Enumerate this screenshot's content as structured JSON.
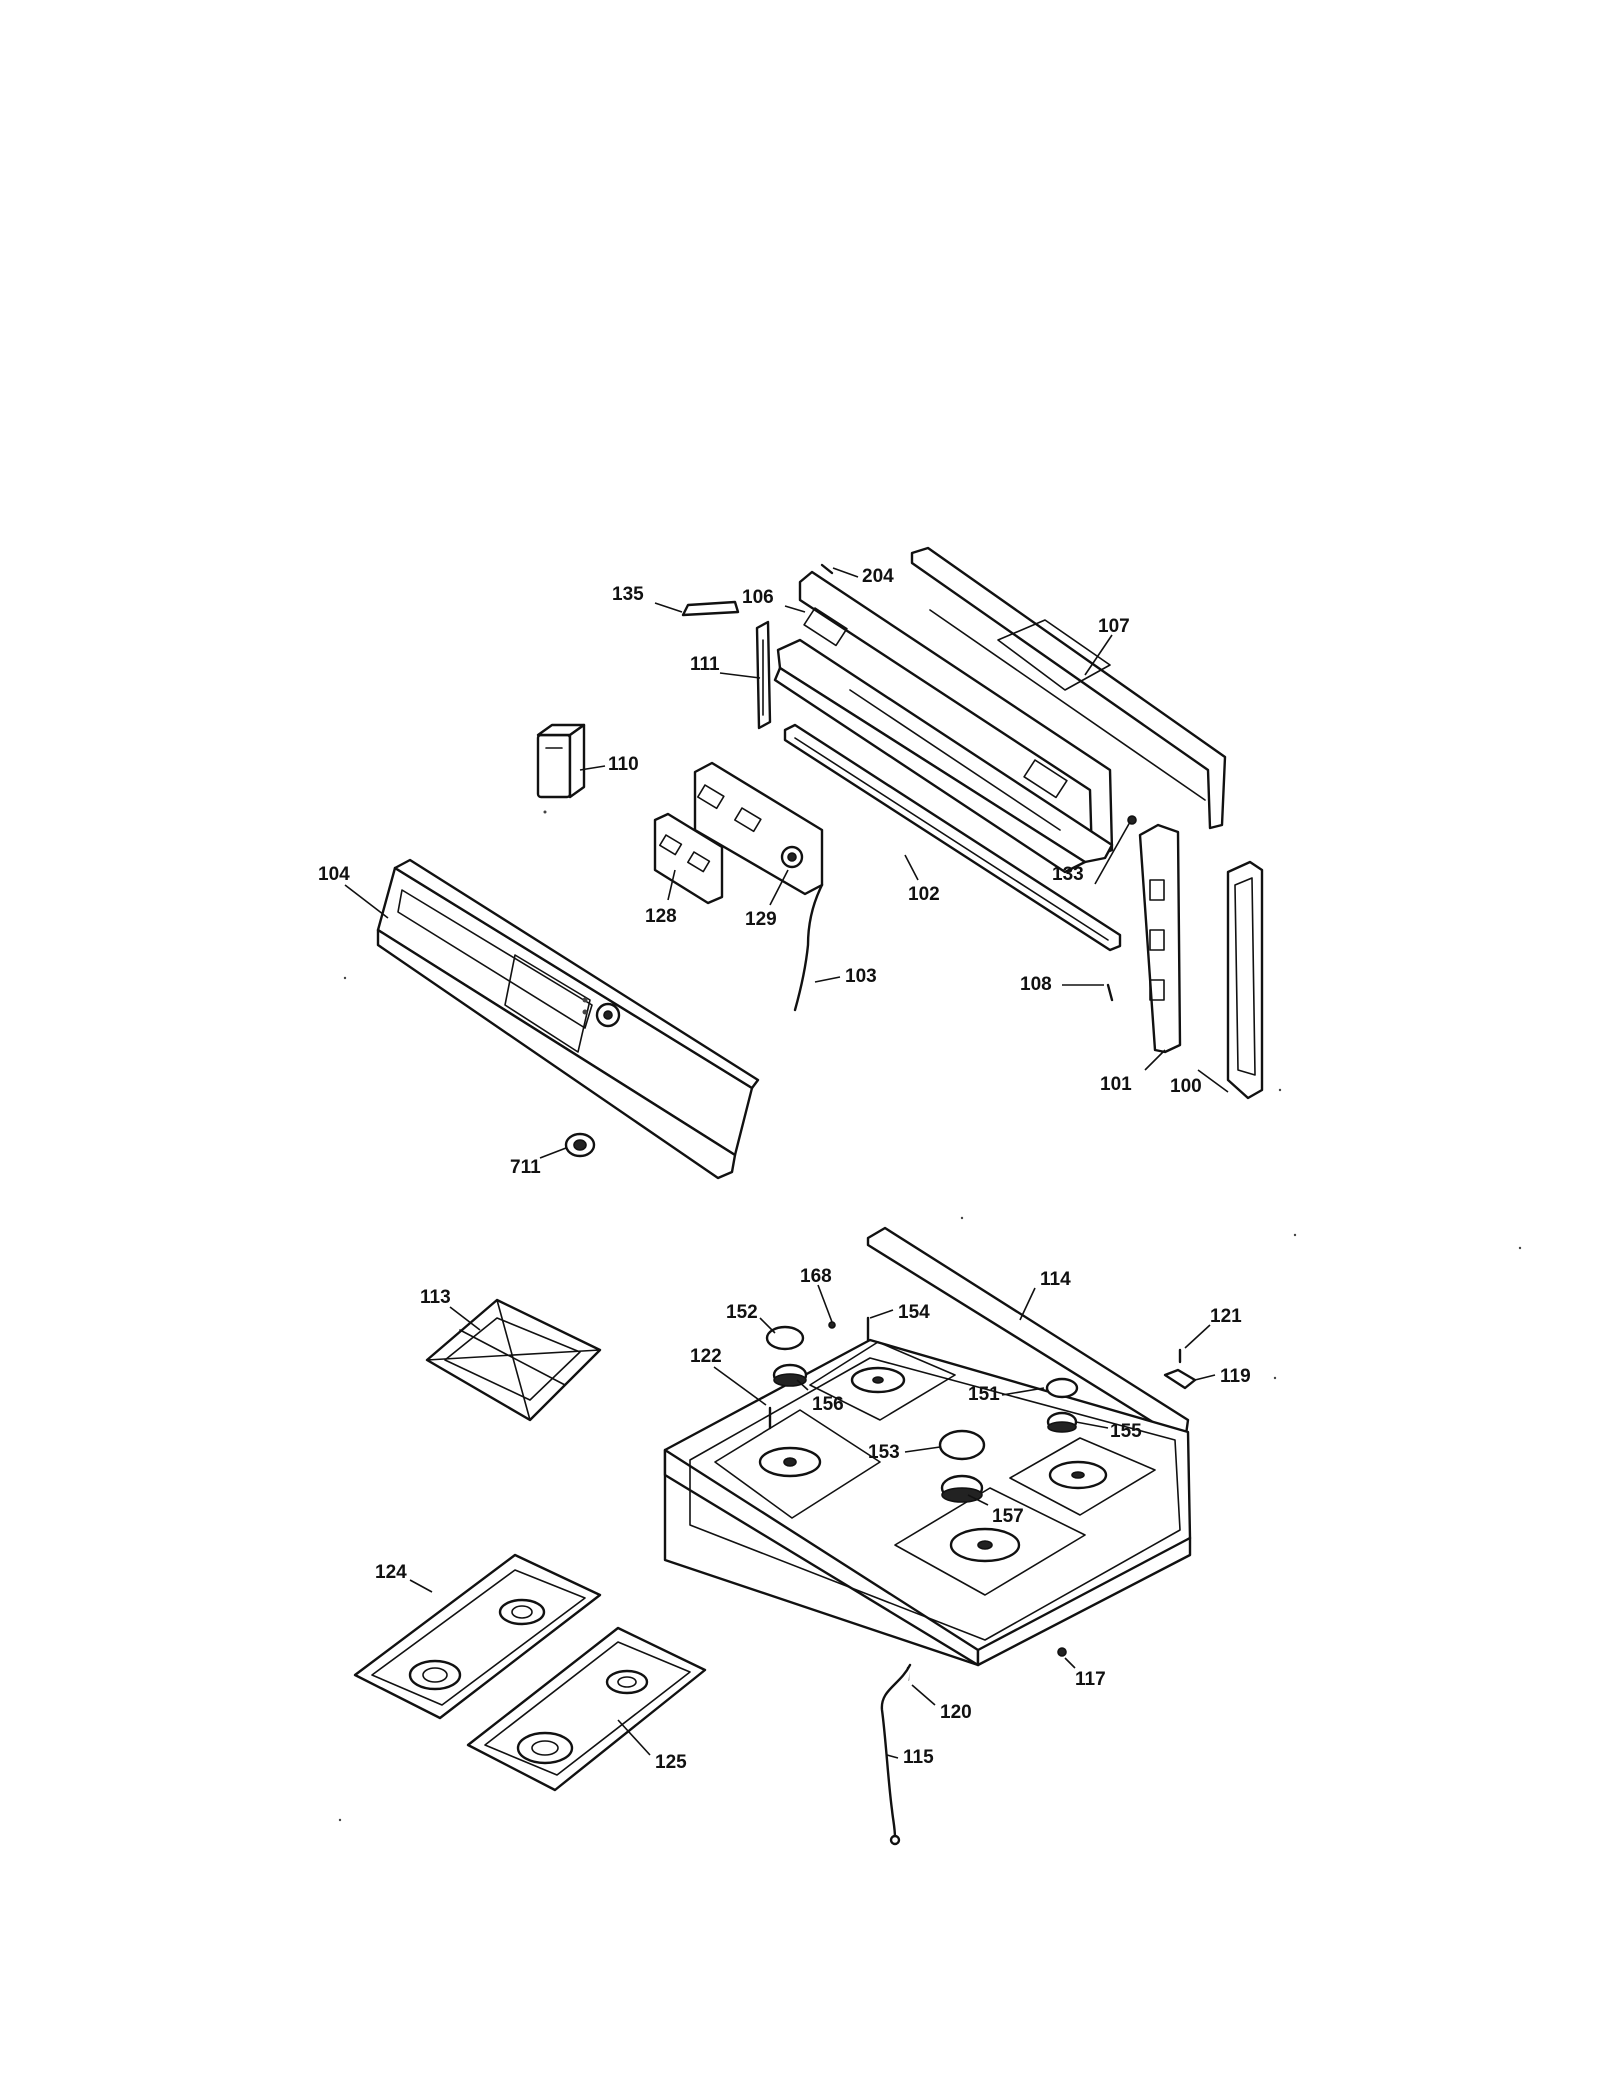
{
  "diagram": {
    "kind": "exploded-parts",
    "callouts": {
      "c100": "100",
      "c101": "101",
      "c102": "102",
      "c103": "103",
      "c104": "104",
      "c106": "106",
      "c107": "107",
      "c108": "108",
      "c110": "110",
      "c111": "111",
      "c113": "113",
      "c114": "114",
      "c115": "115",
      "c117": "117",
      "c119": "119",
      "c120": "120",
      "c121": "121",
      "c122": "122",
      "c124": "124",
      "c125": "125",
      "c128": "128",
      "c129": "129",
      "c133": "133",
      "c135": "135",
      "c151": "151",
      "c152": "152",
      "c153": "153",
      "c154": "154",
      "c155": "155",
      "c156": "156",
      "c157": "157",
      "c168": "168",
      "c204": "204",
      "c711": "711"
    }
  }
}
